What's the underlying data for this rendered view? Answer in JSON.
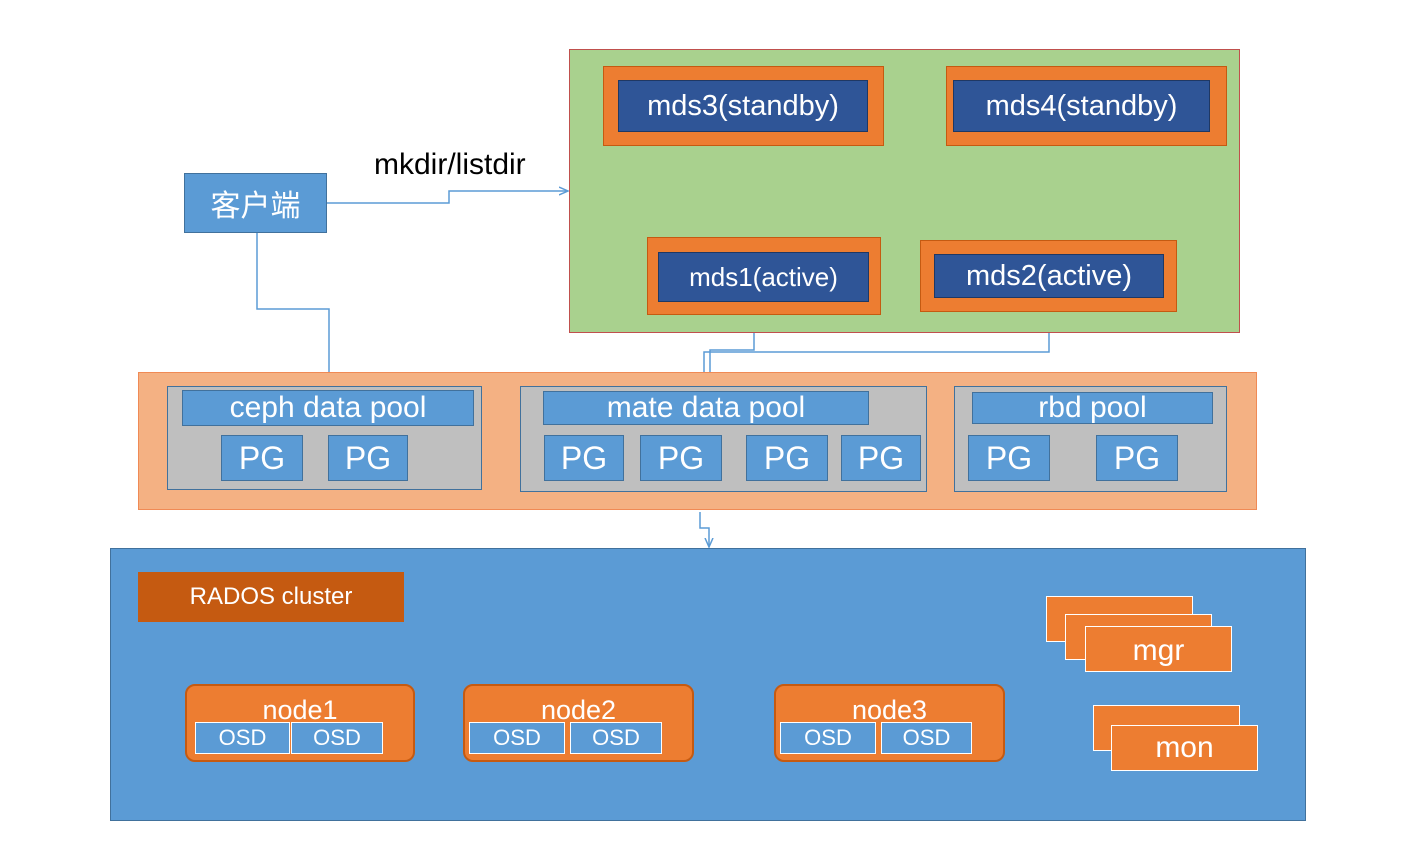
{
  "client": {
    "label": "客户端"
  },
  "command": {
    "label": "mkdir/listdir"
  },
  "mds": {
    "mds3": "mds3(standby)",
    "mds4": "mds4(standby)",
    "mds1": "mds1(active)",
    "mds2": "mds2(active)"
  },
  "pools": {
    "ceph": {
      "title": "ceph data pool",
      "pgs": [
        "PG",
        "PG"
      ]
    },
    "mate": {
      "title": "mate data pool",
      "pgs": [
        "PG",
        "PG",
        "PG",
        "PG"
      ]
    },
    "rbd": {
      "title": "rbd pool",
      "pgs": [
        "PG",
        "PG"
      ]
    }
  },
  "rados": {
    "label": "RADOS cluster",
    "nodes": [
      {
        "name": "node1",
        "osds": [
          "OSD",
          "OSD"
        ]
      },
      {
        "name": "node2",
        "osds": [
          "OSD",
          "OSD"
        ]
      },
      {
        "name": "node3",
        "osds": [
          "OSD",
          "OSD"
        ]
      }
    ],
    "mgr": "mgr",
    "mon": "mon"
  },
  "colors": {
    "mds_area": "#a9d18e",
    "orange": "#ed7d31",
    "dark_blue": "#2f5597",
    "light_blue": "#5b9bd5",
    "pool_layer": "#f4b183",
    "pool_gray": "#bfbfbf",
    "rados_label": "#c55a11",
    "connector": "#5b9bd5"
  }
}
